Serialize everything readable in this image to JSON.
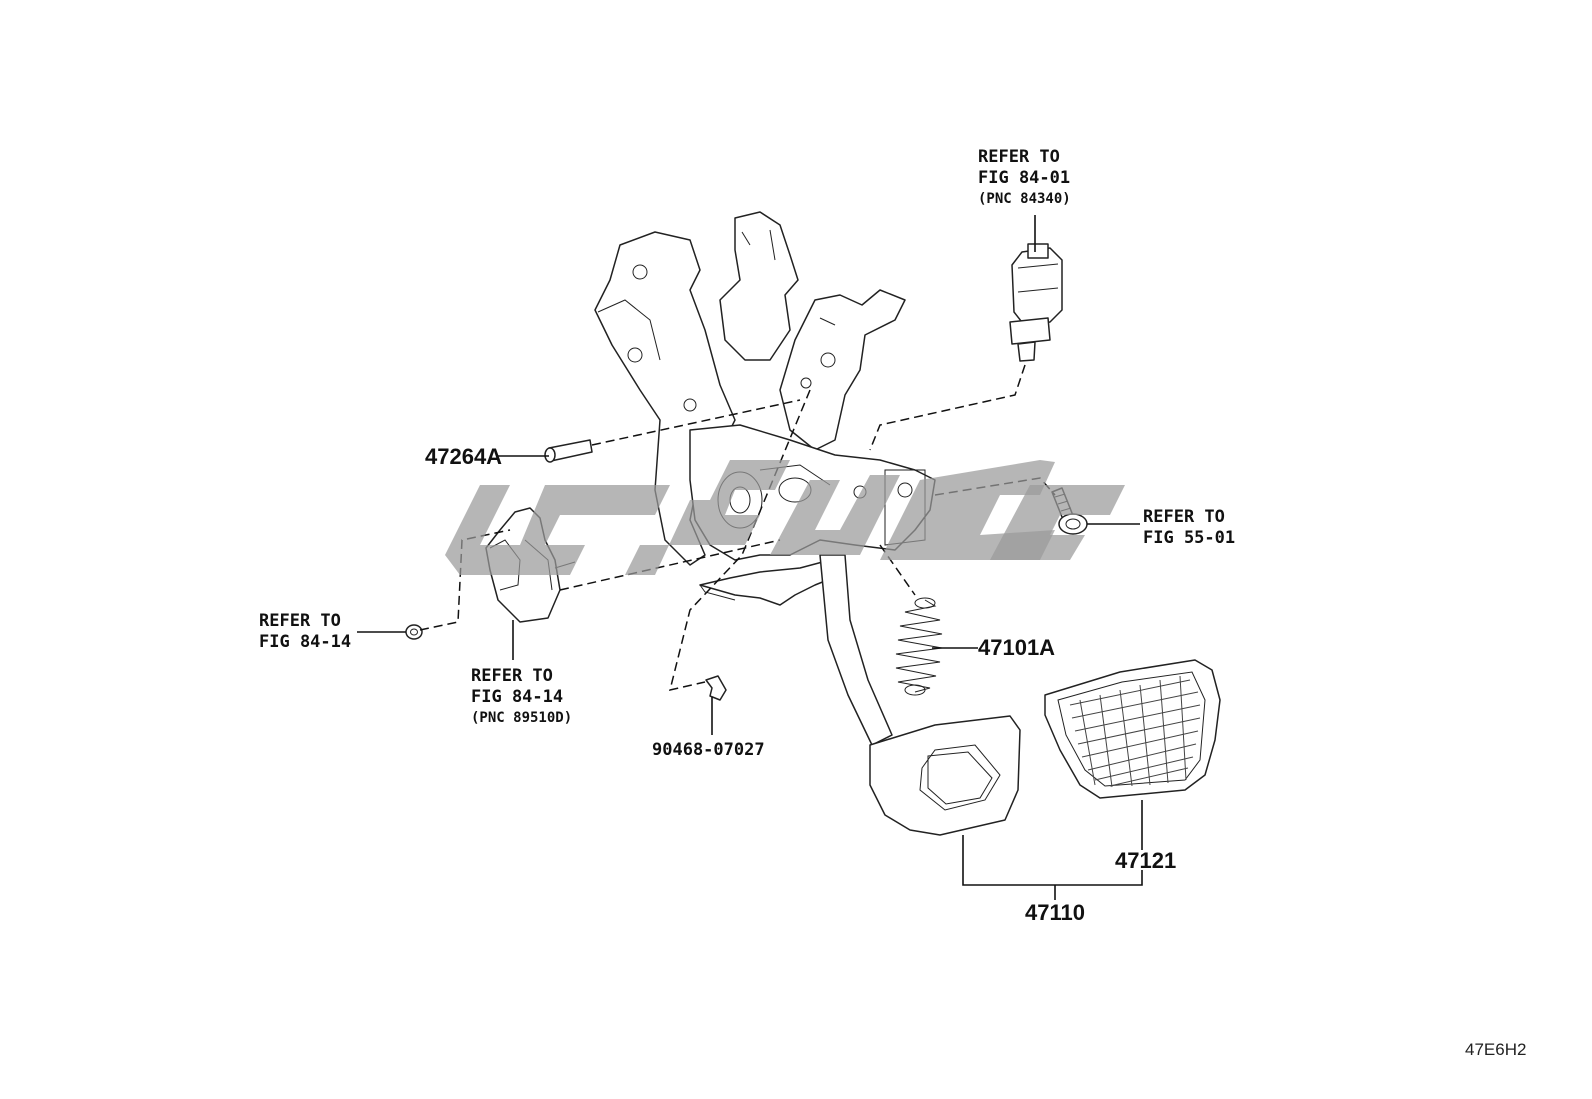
{
  "watermark": {
    "color": "#9a9a9a"
  },
  "parts": {
    "p47264A": "47264A",
    "p47101A": "47101A",
    "p90468": "90468-07027",
    "p47110": "47110",
    "p47121": "47121"
  },
  "refs": {
    "stop_switch": {
      "line1": "REFER TO",
      "line2": "FIG 84-01",
      "line3": "(PNC 84340)"
    },
    "bolt": {
      "line1": "REFER TO",
      "line2": "FIG 55-01"
    },
    "nut": {
      "line1": "REFER TO",
      "line2": "FIG 84-14"
    },
    "sensor": {
      "line1": "REFER TO",
      "line2": "FIG 84-14",
      "line3": "(PNC 89510D)"
    }
  },
  "figure_code": "47E6H2"
}
